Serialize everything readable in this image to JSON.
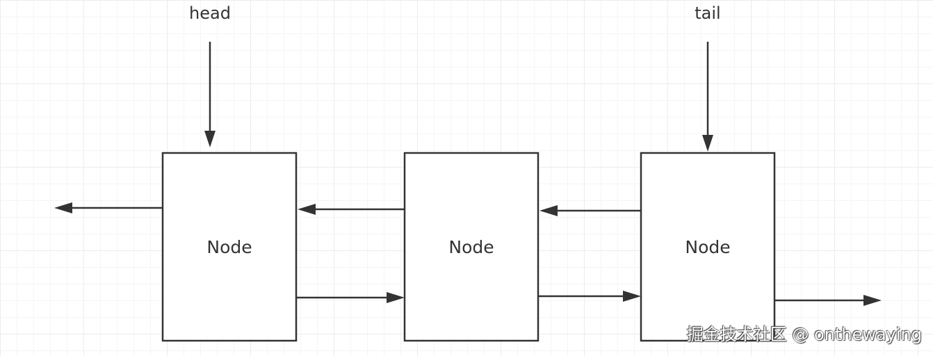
{
  "diagram": {
    "pointers": {
      "head": "head",
      "tail": "tail"
    },
    "nodes": [
      {
        "label": "Node"
      },
      {
        "label": "Node"
      },
      {
        "label": "Node"
      }
    ]
  },
  "watermark": {
    "text": "掘金技术社区 @ onthewaying"
  }
}
